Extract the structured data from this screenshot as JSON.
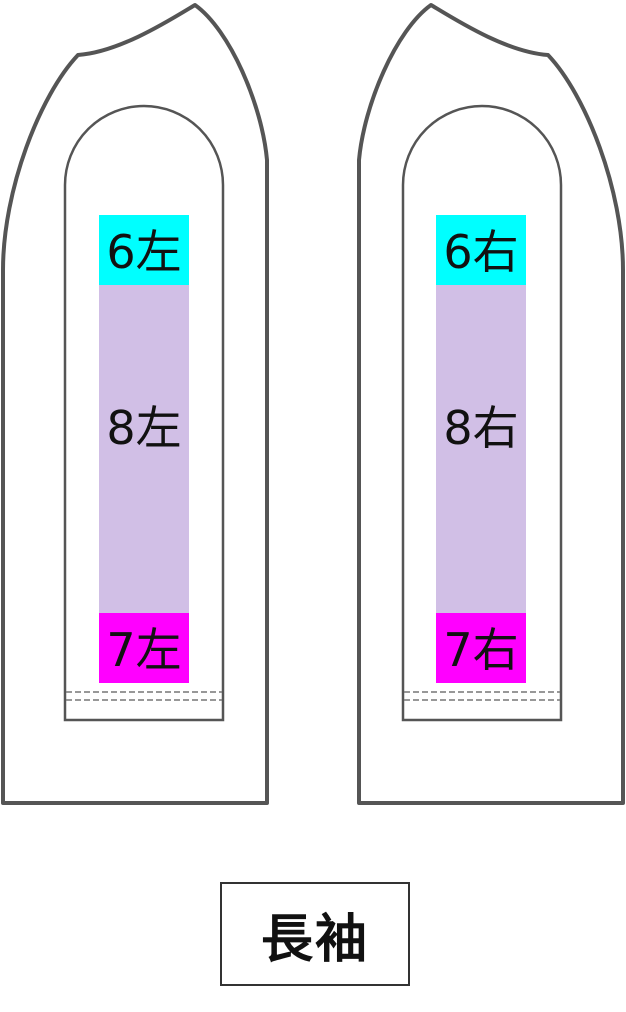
{
  "colors": {
    "outline": "#555555",
    "cyan": "#00ffff",
    "lavender": "#d1bfe6",
    "magenta": "#ff00ff"
  },
  "left_sleeve": {
    "top_label": "6左",
    "middle_label": "8左",
    "bottom_label": "7左"
  },
  "right_sleeve": {
    "top_label": "6右",
    "middle_label": "8右",
    "bottom_label": "7右"
  },
  "caption": "長袖"
}
